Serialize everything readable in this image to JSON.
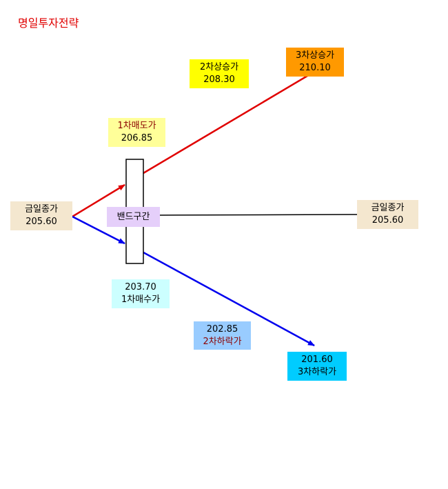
{
  "title": "명일투자전략",
  "prev_close_left": {
    "label": "금일종가",
    "value": "205.60"
  },
  "prev_close_right": {
    "label": "금일종가",
    "value": "205.60"
  },
  "band": {
    "label": "밴드구간"
  },
  "first_sell": {
    "label": "1차매도가",
    "value": "206.85"
  },
  "second_rise": {
    "label": "2차상승가",
    "value": "208.30"
  },
  "third_rise": {
    "label": "3차상승가",
    "value": "210.10"
  },
  "first_buy": {
    "value": "203.70",
    "label": "1차매수가"
  },
  "second_fall": {
    "value": "202.85",
    "label": "2차하락가"
  },
  "third_fall": {
    "value": "201.60",
    "label": "3차하락가"
  },
  "colors": {
    "title": "#e00000",
    "up_arrow": "#e00000",
    "down_arrow": "#0000ee",
    "close_box": "#f4e7cf",
    "band_box": "#e5cffa",
    "sell1_box": "#ffff99",
    "rise2_box": "#ffff00",
    "rise3_box": "#ff9900",
    "buy1_box": "#ccffff",
    "fall2_box": "#99ccff",
    "fall3_box": "#00ccff"
  }
}
